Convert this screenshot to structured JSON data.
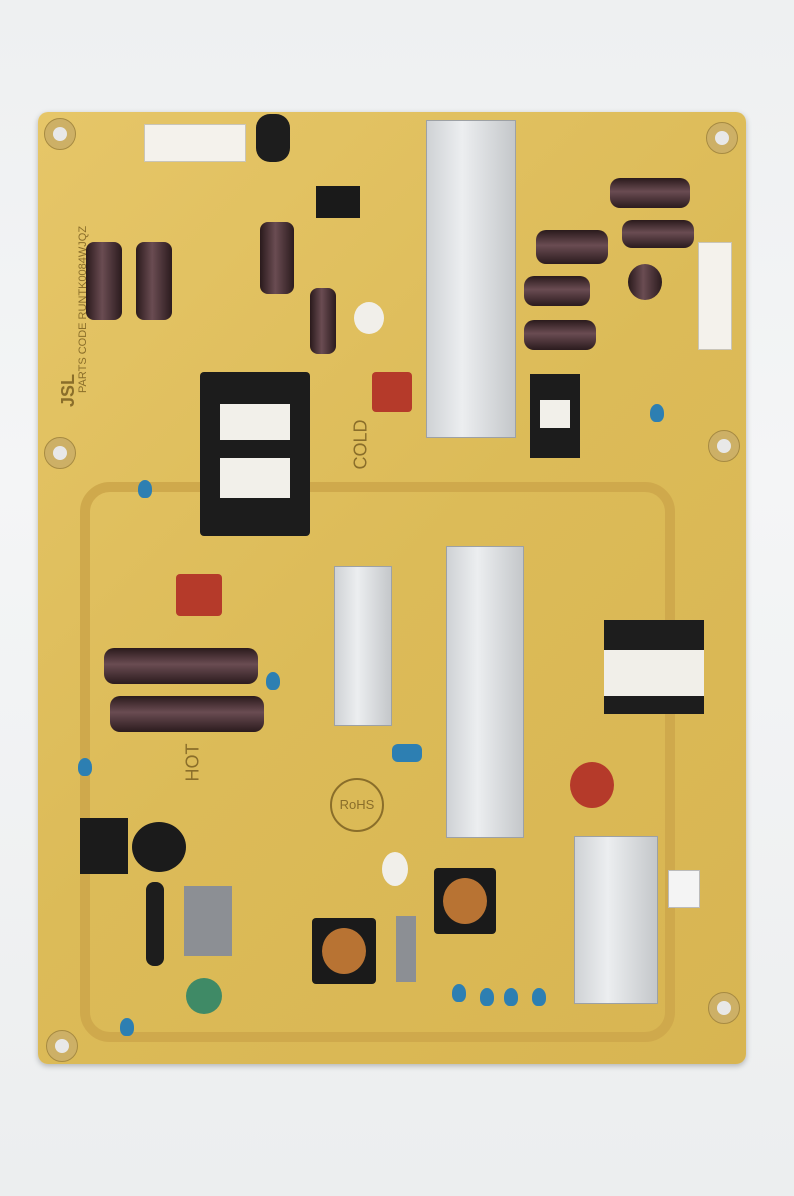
{
  "image": {
    "subject": "television power supply circuit board",
    "colors": {
      "background": "#eef0f1",
      "pcb": "#dcbb58",
      "silkscreen": "#8a6e2a",
      "heatsink": "#dfe1e3",
      "capacitor": "#3a262a",
      "film_cap": "#b53a2a",
      "ceramic_cap": "#2d7fb2"
    }
  },
  "board": {
    "label_cold": "COLD",
    "label_hot": "HOT",
    "label_rohs": "RoHS",
    "label_parts_code": "PARTS CODE RUNTK0084WJQZ",
    "label_jsl": "JSL"
  }
}
